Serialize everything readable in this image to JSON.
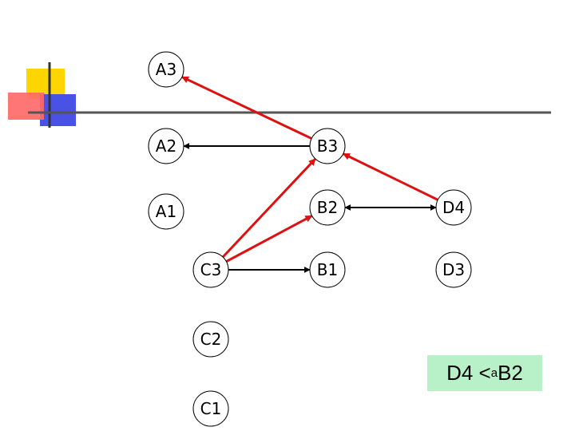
{
  "nodes": [
    {
      "id": "A3",
      "label": "A3"
    },
    {
      "id": "A2",
      "label": "A2"
    },
    {
      "id": "A1",
      "label": "A1"
    },
    {
      "id": "B3",
      "label": "B3"
    },
    {
      "id": "B2",
      "label": "B2"
    },
    {
      "id": "B1",
      "label": "B1"
    },
    {
      "id": "C3",
      "label": "C3"
    },
    {
      "id": "C2",
      "label": "C2"
    },
    {
      "id": "C1",
      "label": "C1"
    },
    {
      "id": "D4",
      "label": "D4"
    },
    {
      "id": "D3",
      "label": "D3"
    }
  ],
  "edges": [
    {
      "from": "B3",
      "to": "A2",
      "color": "#000000"
    },
    {
      "from": "C3",
      "to": "B1",
      "color": "#000000"
    },
    {
      "from": "D4",
      "to": "B2",
      "color": "#000000",
      "bidirectional": true
    },
    {
      "from": "B3",
      "to": "A3",
      "color": "#dd1111"
    },
    {
      "from": "C3",
      "to": "B3",
      "color": "#dd1111"
    },
    {
      "from": "C3",
      "to": "B2",
      "color": "#dd1111"
    },
    {
      "from": "D4",
      "to": "B3",
      "color": "#dd1111"
    }
  ],
  "formula": {
    "main": "D4 <",
    "sub": "a",
    "tail": " B2"
  },
  "colors": {
    "formula_bg": "#b8f0c8",
    "red": "#dd1111",
    "black": "#000000"
  }
}
